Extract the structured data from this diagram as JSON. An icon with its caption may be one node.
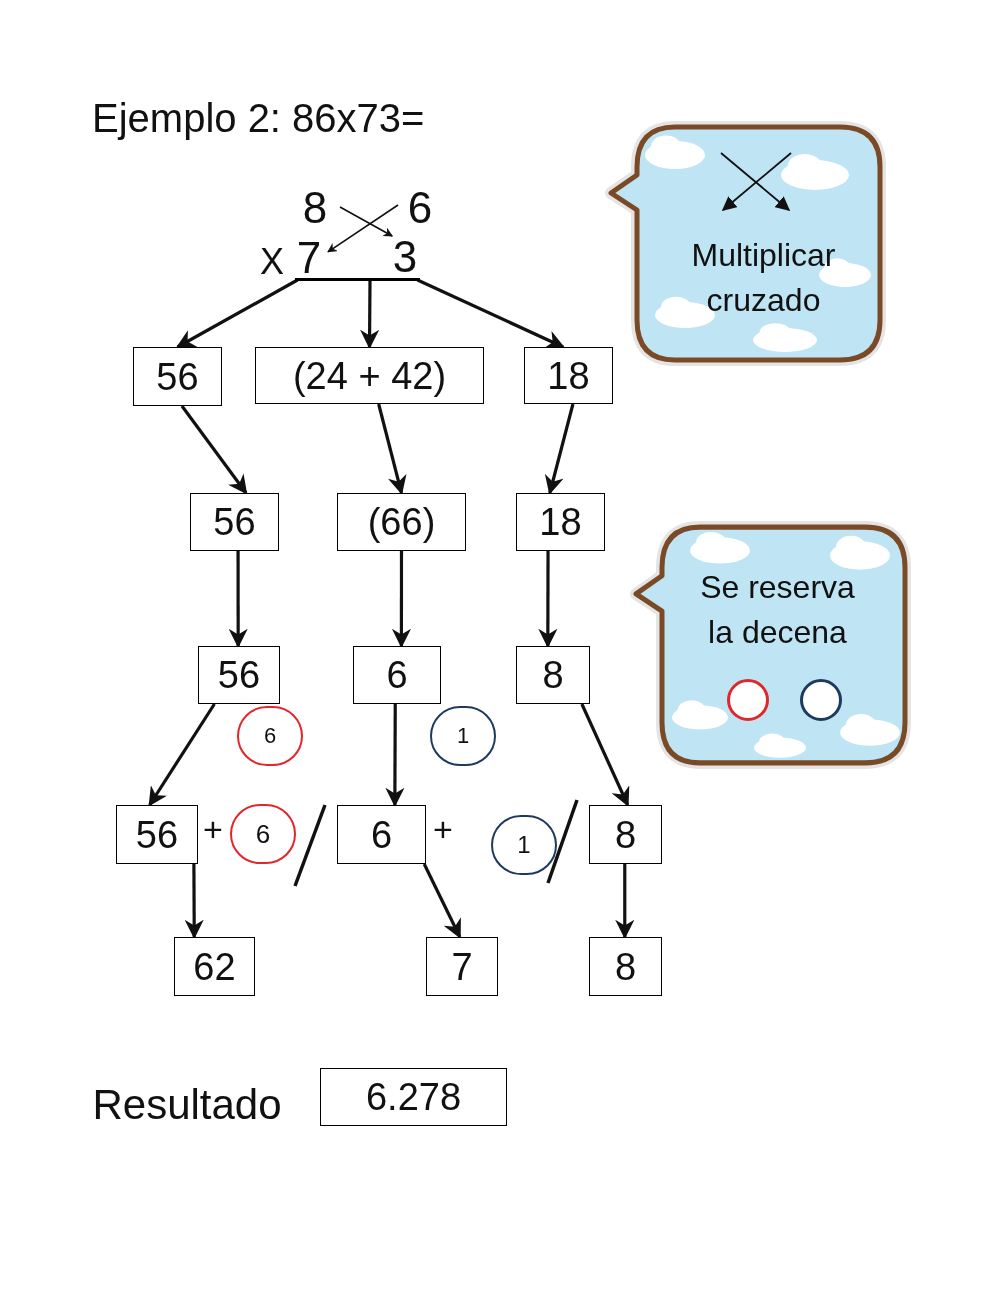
{
  "diagram": {
    "title": "Ejemplo 2: 86x73=",
    "nodes": [
      {
        "text": [
          "8"
        ]
      },
      {
        "text": [
          "6"
        ]
      },
      {
        "text": [
          "7"
        ]
      },
      {
        "text": [
          "3"
        ]
      },
      {
        "text": [],
        "shape": "bar"
      },
      {
        "text": [
          "56"
        ]
      },
      {
        "text": [
          "(24 + 42)"
        ]
      },
      {
        "text": [
          "18"
        ]
      },
      {
        "text": [
          "56"
        ]
      },
      {
        "text": [
          "(66)"
        ]
      },
      {
        "text": [
          "18"
        ]
      },
      {
        "text": [
          "56"
        ]
      },
      {
        "text": [
          "6"
        ]
      },
      {
        "text": [
          "6"
        ]
      },
      {
        "text": [
          "1"
        ]
      },
      {
        "text": [
          "8"
        ]
      },
      {
        "text": [
          "56"
        ]
      },
      {
        "text": [
          "6"
        ]
      },
      {
        "text": [
          "6"
        ]
      },
      {
        "text": [
          "1"
        ]
      },
      {
        "text": [
          "8"
        ]
      },
      {
        "text": [
          "62"
        ]
      },
      {
        "text": [
          "7"
        ]
      },
      {
        "text": [
          "8"
        ]
      },
      {
        "text": [
          "6.278"
        ]
      },
      {
        "text": [
          "Multiplicar cruzado"
        ]
      },
      {
        "text": [
          "Se reserva la decena"
        ]
      },
      {
        "text": [],
        "shape": "circle",
        "in": 26
      },
      {
        "text": [],
        "shape": "circle",
        "in": 26
      }
    ],
    "edges": [
      {
        "from": 0,
        "to": 3,
        "arrow": "to"
      },
      {
        "from": 1,
        "to": 2,
        "arrow": "to"
      },
      {
        "from": 4,
        "to": 5,
        "arrow": "to"
      },
      {
        "from": 4,
        "to": 6,
        "arrow": "to"
      },
      {
        "from": 4,
        "to": 7,
        "arrow": "to"
      },
      {
        "from": 5,
        "to": 8,
        "arrow": "to"
      },
      {
        "from": 6,
        "to": 9,
        "arrow": "to"
      },
      {
        "from": 7,
        "to": 10,
        "arrow": "to"
      },
      {
        "from": 8,
        "to": 11,
        "arrow": "to"
      },
      {
        "from": 9,
        "to": 13,
        "arrow": "to"
      },
      {
        "from": 10,
        "to": 15,
        "arrow": "to"
      },
      {
        "from": 11,
        "to": 16,
        "arrow": "to"
      },
      {
        "from": 13,
        "to": 18,
        "arrow": "to"
      },
      {
        "from": 15,
        "to": 20,
        "arrow": "to"
      },
      {
        "from": 16,
        "to": 21,
        "arrow": "to"
      },
      {
        "from": 18,
        "to": 22,
        "arrow": "to"
      },
      {
        "from": 20,
        "to": 23,
        "arrow": "to"
      }
    ],
    "labels": [
      "X",
      "+",
      "+",
      "Resultado"
    ]
  }
}
